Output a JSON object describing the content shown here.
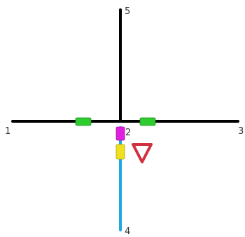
{
  "nodes": [
    {
      "id": "1",
      "label": "1"
    },
    {
      "id": "2",
      "label": "2"
    },
    {
      "id": "3",
      "label": "3"
    },
    {
      "id": "4",
      "label": "4"
    },
    {
      "id": "5",
      "label": "5"
    }
  ],
  "edges": [
    {
      "from": "1",
      "to": "2",
      "color": "#000000"
    },
    {
      "from": "2",
      "to": "3",
      "color": "#000000"
    },
    {
      "from": "2",
      "to": "5",
      "color": "#000000"
    },
    {
      "from": "2",
      "to": "4",
      "color": "#1ea8e0"
    }
  ],
  "markers": [
    {
      "name": "green-marker-west",
      "color": "#2ecc2e"
    },
    {
      "name": "green-marker-east",
      "color": "#2ecc2e"
    },
    {
      "name": "magenta-marker",
      "color": "#e020e0"
    },
    {
      "name": "yellow-marker",
      "color": "#f0e020"
    }
  ],
  "yield_sign": {
    "fill": "#ffffff",
    "stroke": "#d03040"
  }
}
